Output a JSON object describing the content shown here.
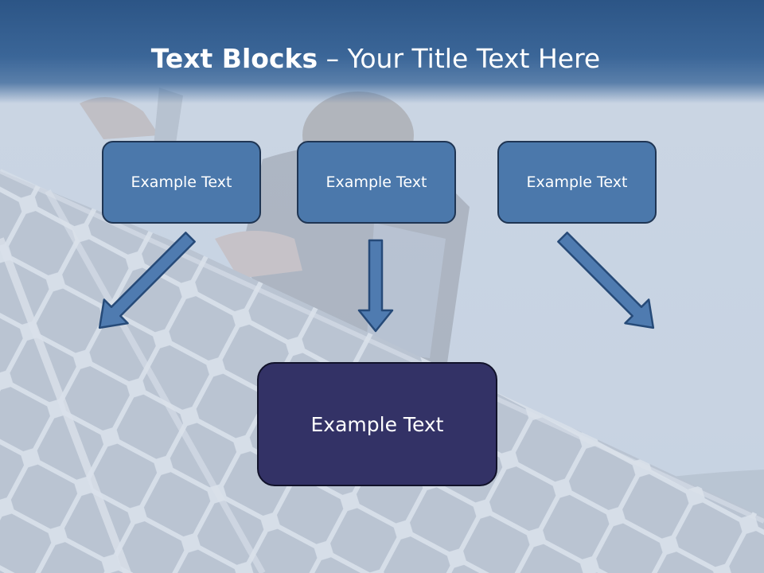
{
  "slide": {
    "title_bold": "Text Blocks",
    "title_rest": "– Your Title Text Here"
  },
  "blocks": {
    "top": [
      "Example Text",
      "Example Text",
      "Example Text"
    ],
    "bottom": "Example Text"
  },
  "colors": {
    "title_band": "#2c5586",
    "top_box_fill": "#4b78ab",
    "bottom_box_fill": "#333266",
    "arrow_fill": "#4f7bb0",
    "arrow_stroke": "#264a78"
  }
}
